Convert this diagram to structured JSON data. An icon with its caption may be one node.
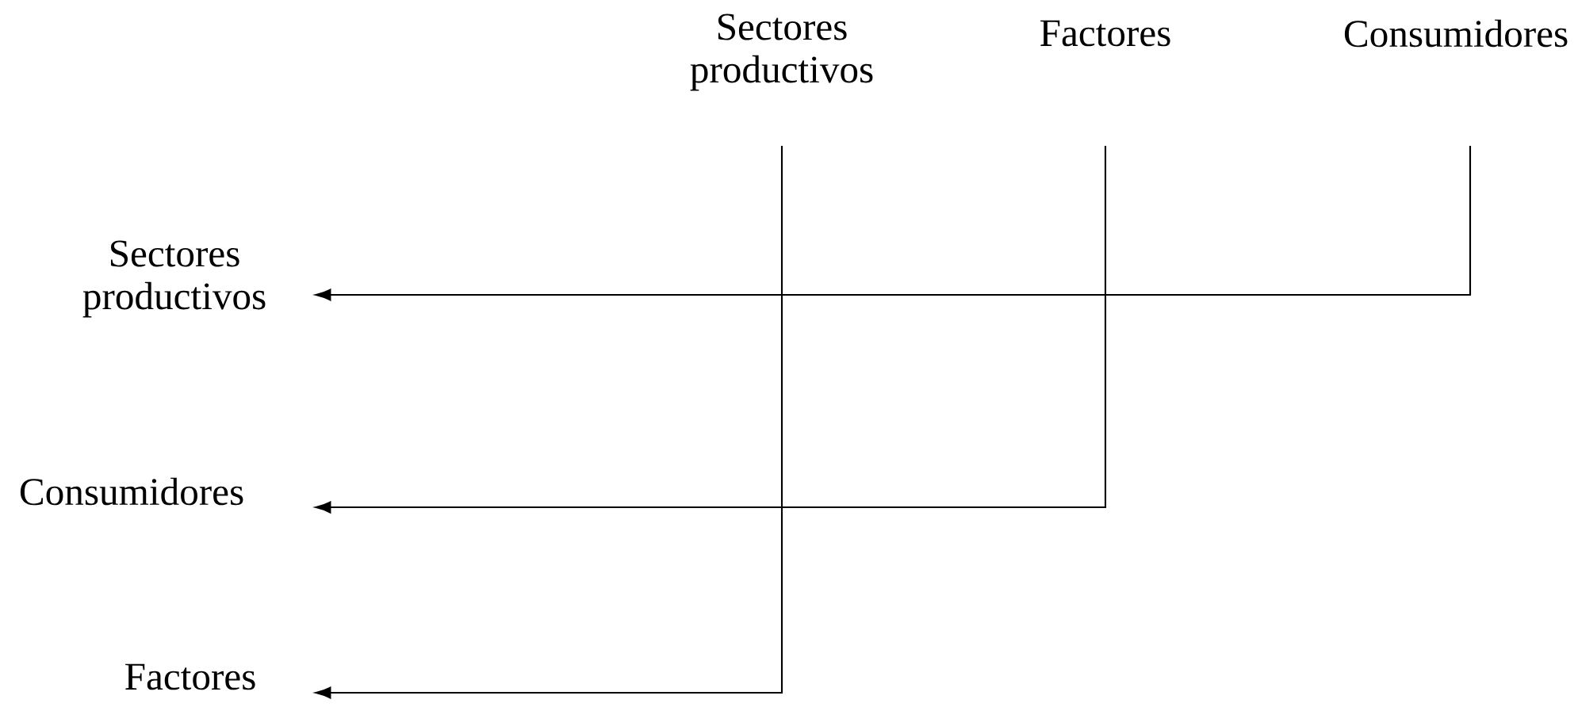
{
  "diagram": {
    "nodes": [
      {
        "text": [
          "Sectores productivos"
        ]
      },
      {
        "text": [
          "Factores"
        ]
      },
      {
        "text": [
          "Consumidores"
        ]
      },
      {
        "text": [
          "Sectores productivos"
        ]
      },
      {
        "text": [
          "Consumidores"
        ]
      },
      {
        "text": [
          "Factores"
        ]
      }
    ],
    "edges": [
      {
        "from": 0,
        "to": 5,
        "arrow": "to"
      },
      {
        "from": 1,
        "to": 4,
        "arrow": "to"
      },
      {
        "from": 2,
        "to": 3,
        "arrow": "to"
      }
    ]
  }
}
